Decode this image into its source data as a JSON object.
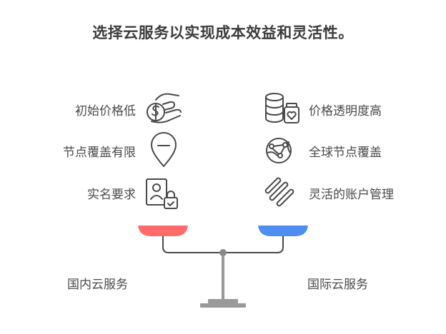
{
  "title": "选择云服务以实现成本效益和灵活性。",
  "left_items": [
    {
      "label": "初始价格低",
      "icon": "money-hand-icon"
    },
    {
      "label": "节点覆盖有限",
      "icon": "map-pin-icon"
    },
    {
      "label": "实名要求",
      "icon": "id-card-lock-icon"
    }
  ],
  "right_items": [
    {
      "label": "价格透明度高",
      "icon": "coins-heart-icon"
    },
    {
      "label": "全球节点覆盖",
      "icon": "globe-network-icon"
    },
    {
      "label": "灵活的账户管理",
      "icon": "flexible-bars-icon"
    }
  ],
  "left_side": {
    "label": "国内云服务",
    "color": "#ff6b6b"
  },
  "right_side": {
    "label": "国际云服务",
    "color": "#4d8ef0"
  },
  "colors": {
    "stroke": "#4a4a4a",
    "scale": "#999999",
    "text": "#4a4a4a"
  }
}
